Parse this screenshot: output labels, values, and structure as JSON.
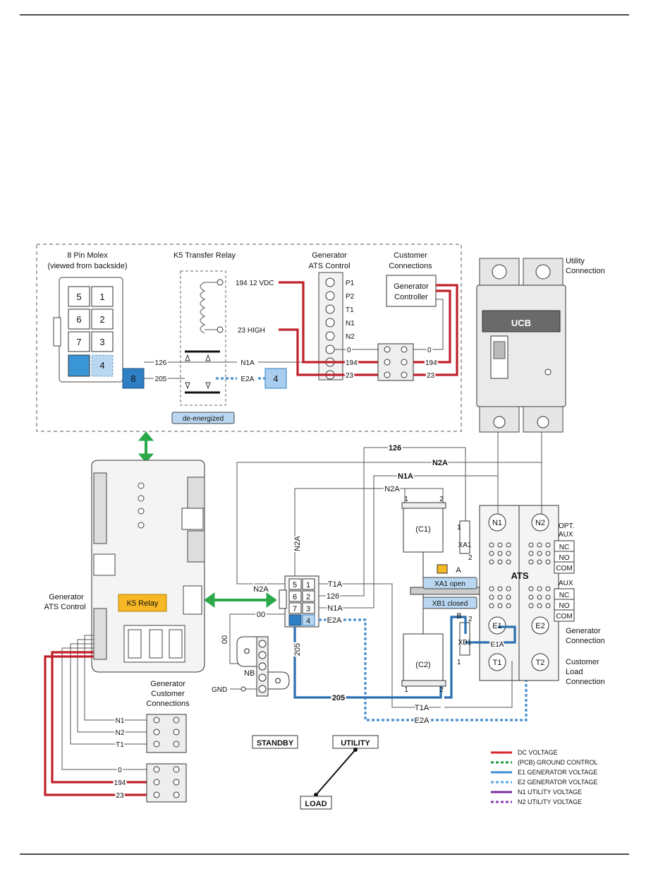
{
  "molex": {
    "title1": "8 Pin Molex",
    "title2": "(viewed from backside)",
    "pins": [
      "5",
      "1",
      "6",
      "2",
      "7",
      "3",
      "",
      "4"
    ],
    "pin8": "8",
    "pin4": "4"
  },
  "relay": {
    "title": "K5 Transfer Relay",
    "w194": "194 12 VDC",
    "w23": "23 HIGH",
    "w126": "126",
    "w205": "205",
    "n1a": "N1A",
    "e2a": "E2A",
    "state": "de-energized"
  },
  "gen_ats_top": {
    "title1": "Generator",
    "title2": "ATS Control",
    "terms": [
      "P1",
      "P2",
      "T1",
      "N1",
      "N2"
    ],
    "w0": "0",
    "w194": "194",
    "w23": "23"
  },
  "customer": {
    "title1": "Customer",
    "title2": "Connections",
    "ctrl1": "Generator",
    "ctrl2": "Controller",
    "w0": "0",
    "w194": "194",
    "w23": "23"
  },
  "utility": {
    "label1": "Utility",
    "label2": "Connection",
    "ucb": "UCB"
  },
  "controller": {
    "label1": "Generator",
    "label2": "ATS Control",
    "k5": "K5 Relay"
  },
  "harness": {
    "rows": [
      [
        "5",
        "1"
      ],
      [
        "6",
        "2"
      ],
      [
        "7",
        "3"
      ],
      [
        "",
        "4"
      ]
    ],
    "w_t1a": "T1A",
    "w126": "126",
    "w_n1a": "N1A",
    "w_e2a": "E2A",
    "w_n2a_left": "N2A",
    "w_n2a_vert": "N2A",
    "w_00": "00",
    "w_00v": "00",
    "w_205": "205",
    "w_205b": "205"
  },
  "top_wires": {
    "w126": "126",
    "n2a": "N2A",
    "n1a": "N1A",
    "n2a2": "N2A"
  },
  "ats": {
    "c1": "(C1)",
    "c2": "(C2)",
    "xa1": "XA1",
    "xb1": "XB1",
    "xa1_open": "XA1 open",
    "xb1_closed": "XB1 closed",
    "a": "A",
    "b": "B",
    "e1a": "E1A",
    "ats": "ATS",
    "n1": "N1",
    "n2": "N2",
    "e1": "E1",
    "e2": "E2",
    "t1": "T1",
    "t2": "T2",
    "p1": "1",
    "p2": "2",
    "p1b": "1",
    "p2b": "2",
    "xa_1": "1",
    "xa_2": "2",
    "xb_1": "1",
    "xb_2": "2",
    "opt": "OPT.",
    "aux": "AUX",
    "nc": "NC",
    "no": "NO",
    "com": "COM",
    "aux2": "AUX",
    "nc2": "NC",
    "no2": "NO",
    "com2": "COM",
    "t1a": "T1A",
    "e2a": "E2A",
    "gen_conn1": "Generator",
    "gen_conn2": "Connection",
    "load1": "Customer",
    "load2": "Load",
    "load3": "Connection"
  },
  "nb": {
    "label": "NB",
    "gnd": "GND",
    "o1": "O",
    "o2": "O"
  },
  "gcc": {
    "title1": "Generator",
    "title2": "Customer",
    "title3": "Connections",
    "n1": "N1",
    "n2": "N2",
    "t1": "T1",
    "w0": "0",
    "w194": "194",
    "w23": "23"
  },
  "switch": {
    "standby": "STANDBY",
    "utility": "UTILITY",
    "load": "LOAD"
  },
  "legend": [
    {
      "label": "DC VOLTAGE",
      "color": "#d8242c",
      "dashed": false
    },
    {
      "label": "(PCB) GROUND CONTROL",
      "color": "#1e9a3c",
      "dashed": true
    },
    {
      "label": "E1 GENERATOR VOLTAGE",
      "color": "#3d8fd6",
      "dashed": false
    },
    {
      "label": "E2 GENERATOR VOLTAGE",
      "color": "#5aa7e0",
      "dashed": true
    },
    {
      "label": "N1 UTILITY VOLTAGE",
      "color": "#7b2fa0",
      "dashed": false
    },
    {
      "label": "N2 UTILITY VOLTAGE",
      "color": "#8a3fb0",
      "dashed": true
    }
  ]
}
